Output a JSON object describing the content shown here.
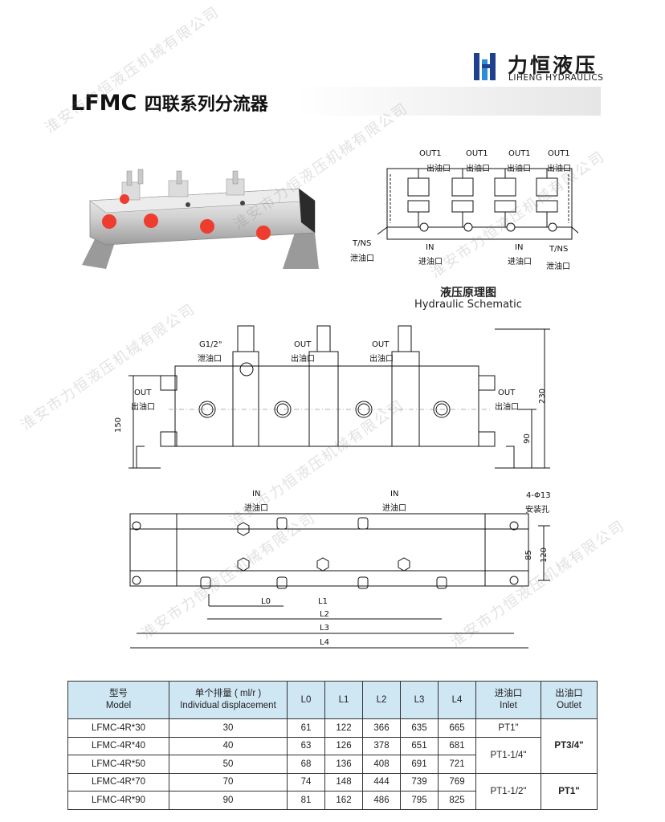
{
  "brand": {
    "name_cn": "力恒液压",
    "name_en": "LIHENG HYDRAULICS"
  },
  "title": {
    "model": "LFMC",
    "name_cn": "四联系列分流器"
  },
  "schematic": {
    "out_labels": [
      "OUT1",
      "OUT1",
      "OUT1",
      "OUT1"
    ],
    "out_cn": "出油口",
    "tns_label": "T/NS",
    "tns_cn": "泄油口",
    "in_label": "IN",
    "in_cn": "进油口",
    "caption_cn": "液压原理图",
    "caption_en": "Hydraulic Schematic"
  },
  "front_view": {
    "g_port": "G1/2\"",
    "g_port_cn": "泄油口",
    "out_label": "OUT",
    "out_cn": "出油口",
    "dim_150": "150",
    "dim_230": "230",
    "dim_90": "90"
  },
  "top_view": {
    "in_label": "IN",
    "in_cn": "进油口",
    "mount_label": "4-Φ13",
    "mount_cn": "安装孔",
    "dim_85": "85",
    "dim_120": "120",
    "dims": [
      "L0",
      "L1",
      "L2",
      "L3",
      "L4"
    ]
  },
  "table": {
    "headers": [
      {
        "cn": "型号",
        "en": "Model"
      },
      {
        "cn": "单个排量 ( ml/r )",
        "en": "Individual displacement"
      },
      {
        "cn": "L0",
        "en": ""
      },
      {
        "cn": "L1",
        "en": ""
      },
      {
        "cn": "L2",
        "en": ""
      },
      {
        "cn": "L3",
        "en": ""
      },
      {
        "cn": "L4",
        "en": ""
      },
      {
        "cn": "进油口",
        "en": "Inlet"
      },
      {
        "cn": "出油口",
        "en": "Outlet"
      }
    ],
    "rows": [
      {
        "model": "LFMC-4R*30",
        "disp": "30",
        "l0": "61",
        "l1": "122",
        "l2": "366",
        "l3": "635",
        "l4": "665"
      },
      {
        "model": "LFMC-4R*40",
        "disp": "40",
        "l0": "63",
        "l1": "126",
        "l2": "378",
        "l3": "651",
        "l4": "681"
      },
      {
        "model": "LFMC-4R*50",
        "disp": "50",
        "l0": "68",
        "l1": "136",
        "l2": "408",
        "l3": "691",
        "l4": "721"
      },
      {
        "model": "LFMC-4R*70",
        "disp": "70",
        "l0": "74",
        "l1": "148",
        "l2": "444",
        "l3": "739",
        "l4": "769"
      },
      {
        "model": "LFMC-4R*90",
        "disp": "90",
        "l0": "81",
        "l1": "162",
        "l2": "486",
        "l3": "795",
        "l4": "825"
      }
    ],
    "inlet": [
      "PT1\"",
      "PT1-1/4\"",
      "PT1-1/2\""
    ],
    "outlet": [
      "PT3/4\"",
      "PT1\""
    ]
  },
  "watermark": "淮安市力恒液压机械有限公司"
}
